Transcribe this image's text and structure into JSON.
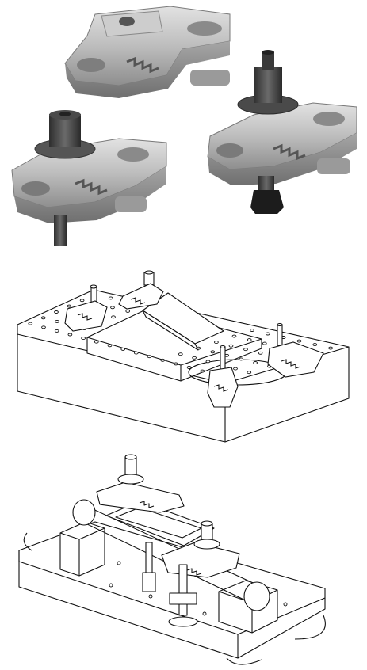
{
  "figure": {
    "panels": [
      {
        "name": "clamp-photos",
        "kind": "product photo",
        "items": [
          "clamp-with-eye-bolt",
          "clamp-with-stud-and-nut",
          "clamp-with-stud-and-jaw-pad"
        ]
      },
      {
        "name": "clamping-on-drilled-table",
        "kind": "line drawing"
      },
      {
        "name": "clamping-tube-fixture",
        "kind": "line drawing"
      }
    ],
    "colors": {
      "background": "#ffffff",
      "metal_light": "#cfcfcf",
      "metal_mid": "#a9a9a9",
      "metal_dark": "#6e6e6e",
      "bolt_dark": "#3c3c3c",
      "pad_black": "#1c1c1c",
      "line": "#111111"
    }
  }
}
